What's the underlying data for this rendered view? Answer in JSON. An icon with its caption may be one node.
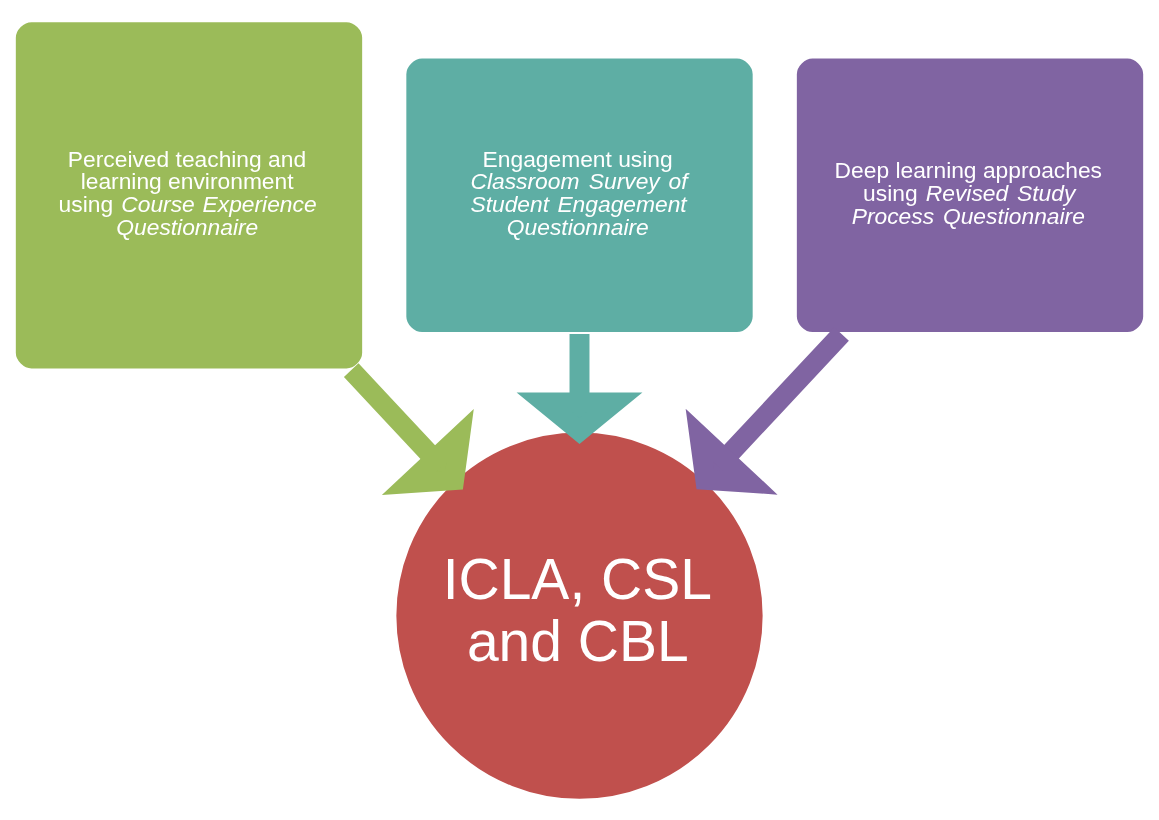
{
  "diagram": {
    "nodes": [
      {
        "text": [
          "Perceived teaching and learning environment using *Course Experience Questionnaire*"
        ]
      },
      {
        "text": [
          "Engagement using *Classroom Survey of Student Engagement Questionnaire*"
        ]
      },
      {
        "text": [
          "Deep learning approaches using *Revised Study Process Questionnaire*"
        ]
      },
      {
        "text": [
          "ICLA, CSL and CBL"
        ]
      }
    ],
    "edges": [
      {
        "from": 0,
        "to": 3,
        "arrow": "to",
        "color": "#9bbb59"
      },
      {
        "from": 1,
        "to": 3,
        "arrow": "to",
        "color": "#5eaea4"
      },
      {
        "from": 2,
        "to": 3,
        "arrow": "to",
        "color": "#8064a2"
      }
    ]
  }
}
